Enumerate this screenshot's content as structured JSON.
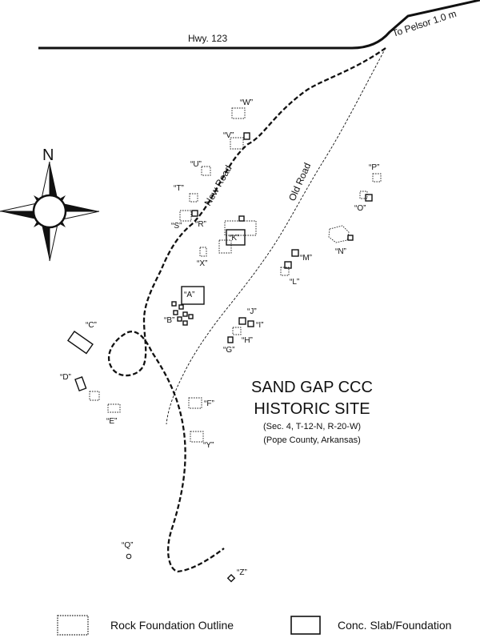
{
  "map": {
    "highway_label": "Hwy. 123",
    "pelsor_label": "To Pelsor 1.0 m",
    "new_road_label": "New Road",
    "old_road_label": "Old Road",
    "compass_letter": "N",
    "title_line1": "SAND GAP CCC",
    "title_line2": "HISTORIC SITE",
    "subtitle_line1": "(Sec. 4, T-12-N, R-20-W)",
    "subtitle_line2": "(Pope County, Arkansas)",
    "colors": {
      "ink": "#111111",
      "background": "#ffffff"
    }
  },
  "sites": {
    "W": "“W”",
    "V": "“V”",
    "U": "“U”",
    "T": "“T”",
    "S": "“S”",
    "R": "“R”",
    "K": "“K”",
    "X": "“X”",
    "A": "“A”",
    "B": "“B”",
    "C": "“C”",
    "D": "“D”",
    "E": "“E”",
    "F": "“F”",
    "Y": "“Y”",
    "G": "“G”",
    "H": "“H”",
    "I": "“I”",
    "J": "“J”",
    "L": "“L”",
    "M": "“M”",
    "N": "“N”",
    "O": "“O”",
    "P": "“P”",
    "Q": "“Q”",
    "Z": "“Z”"
  },
  "legend": {
    "rock_label": "Rock Foundation Outline",
    "slab_label": "Conc. Slab/Foundation"
  }
}
